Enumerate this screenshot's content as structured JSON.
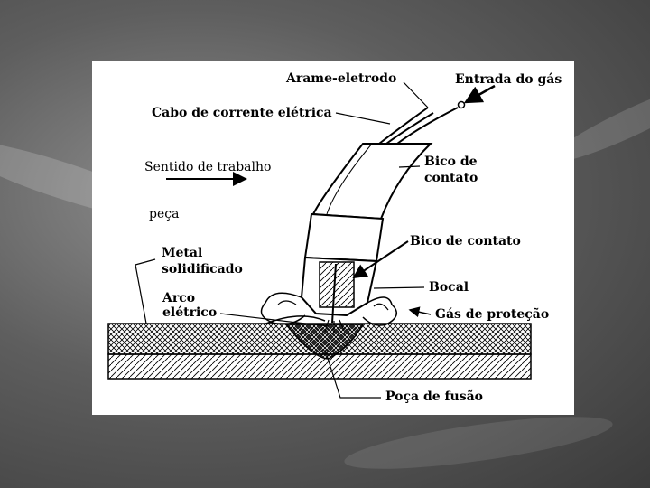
{
  "diagram": {
    "labels": {
      "arame_eletrodo": "Arame-eletrodo",
      "entrada_gas": "Entrada do gás",
      "cabo_corrente": "Cabo de corrente elétrica",
      "sentido_trabalho": "Sentido de trabalho",
      "bico_contato_upper_line1": "Bico de",
      "bico_contato_upper_line2": "contato",
      "peca": "peça",
      "bico_contato_lower": "Bico de contato",
      "metal_solidificado_line1": "Metal",
      "metal_solidificado_line2": "solidificado",
      "bocal": "Bocal",
      "arco_eletrico_line1": "Arco",
      "arco_eletrico_line2": "elétrico",
      "gas_protecao": "Gás de proteção",
      "poca_fusao": "Poça de fusão"
    },
    "colors": {
      "background": "#5e5e5e",
      "panel": "#ffffff",
      "ink": "#000000"
    }
  }
}
